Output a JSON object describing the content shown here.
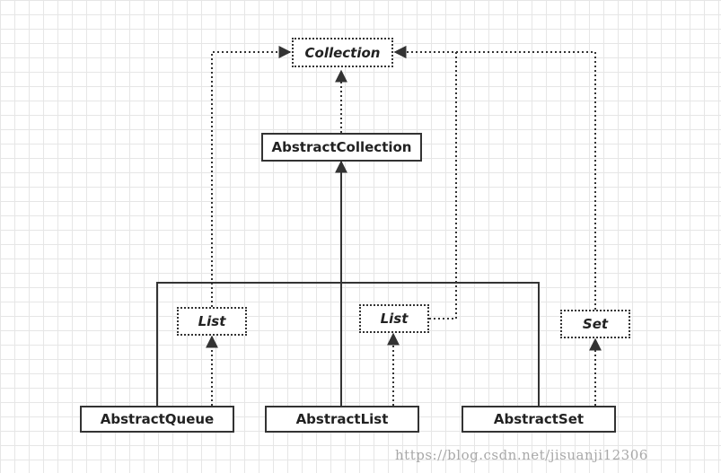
{
  "nodes": {
    "collection": "Collection",
    "abstract_collection": "AbstractCollection",
    "list_left": "List",
    "list_middle": "List",
    "set": "Set",
    "abstract_queue": "AbstractQueue",
    "abstract_list": "AbstractList",
    "abstract_set": "AbstractSet"
  },
  "watermark": "https://blog.csdn.net/jisuanji12306"
}
